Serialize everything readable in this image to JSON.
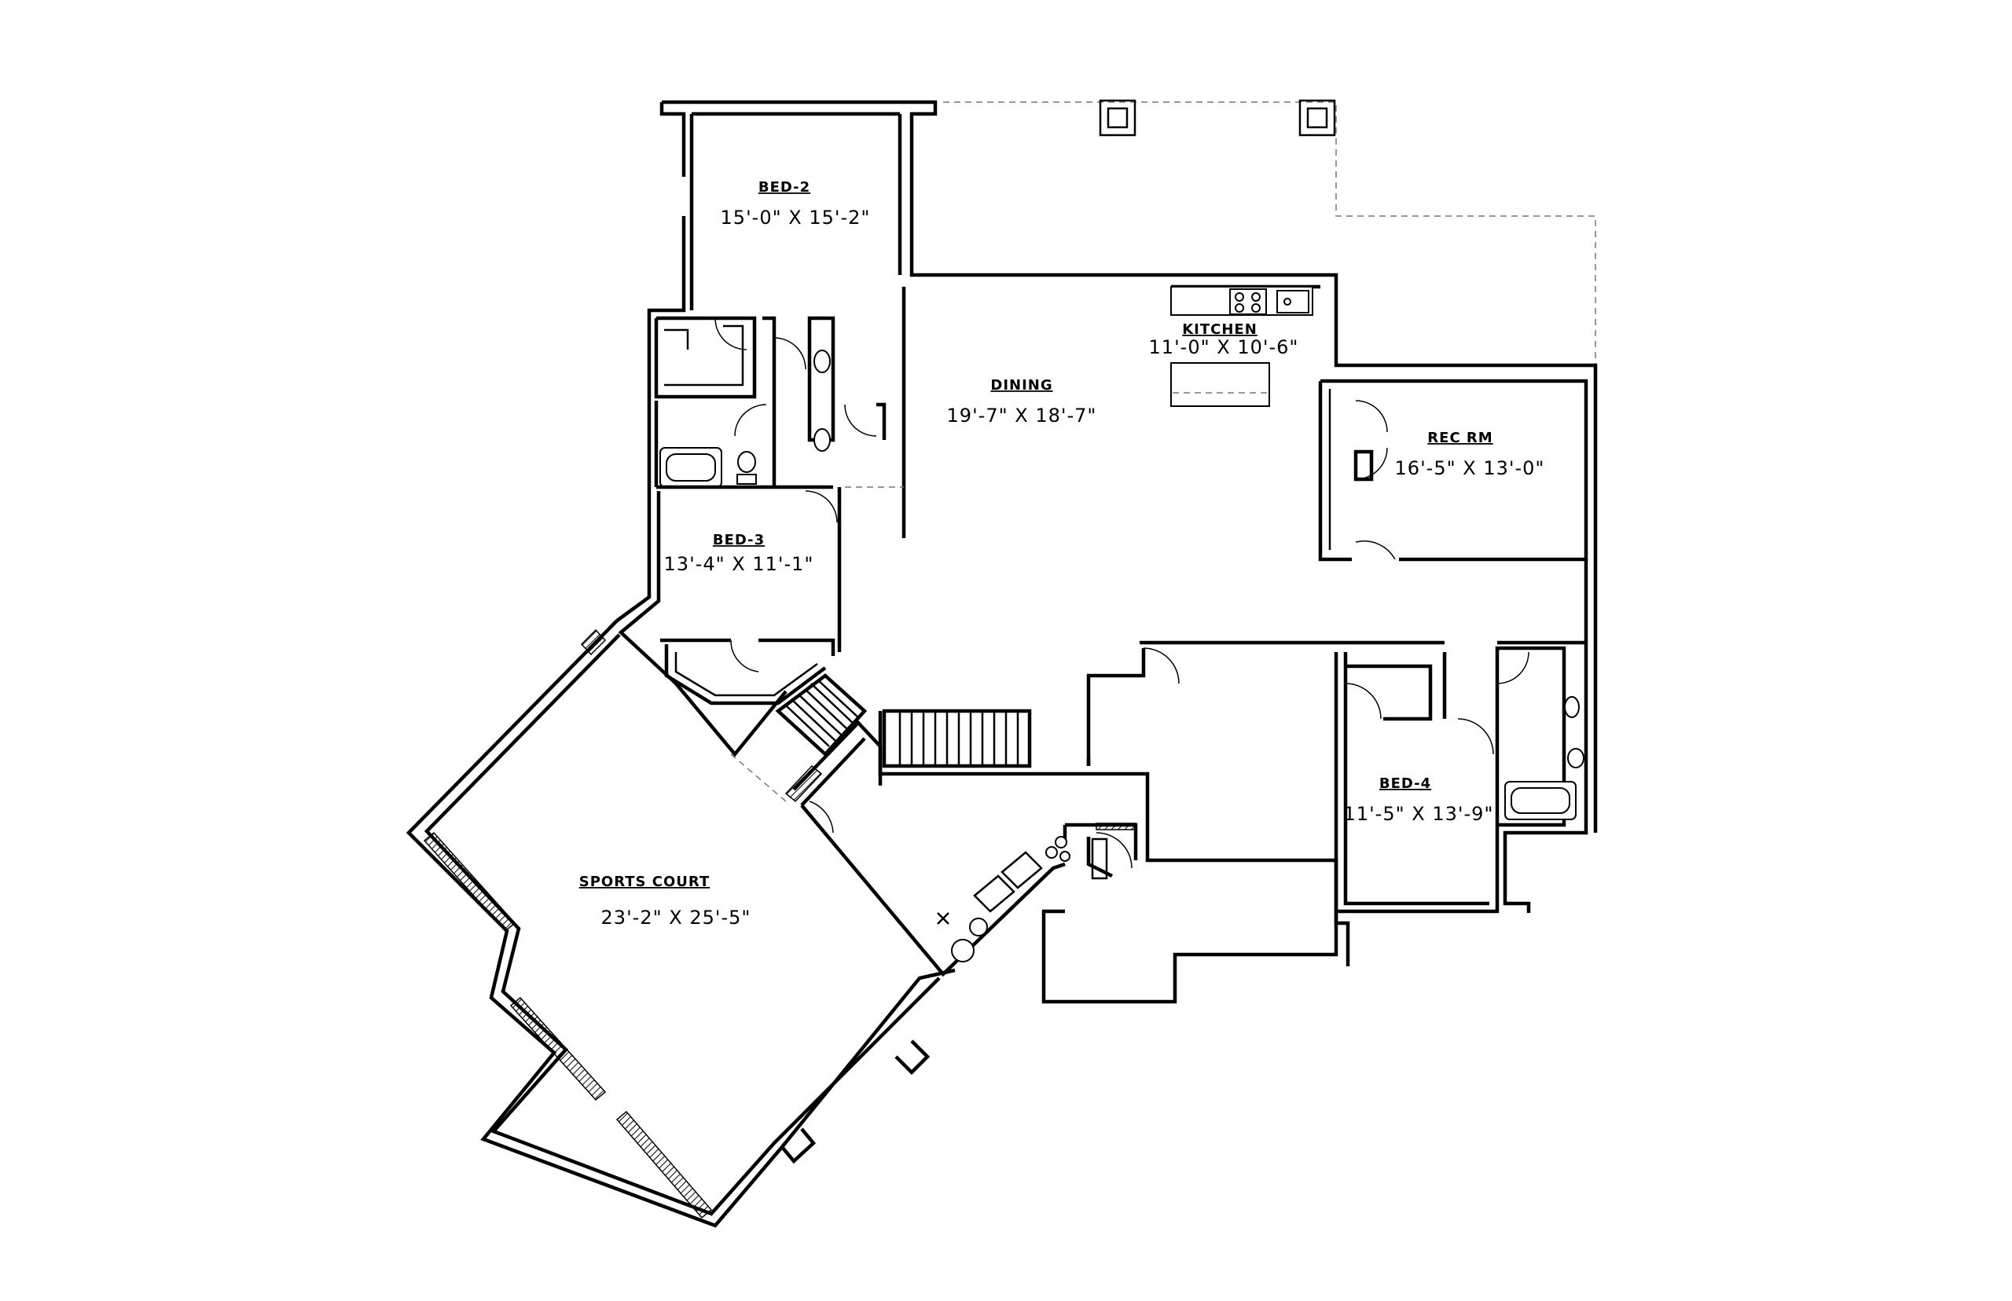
{
  "rooms": {
    "bed2": {
      "name": "BED-2",
      "dim": "15'-0\" X 15'-2\""
    },
    "kitchen": {
      "name": "KITCHEN",
      "dim": "11'-0\" X 10'-6\""
    },
    "dining": {
      "name": "DINING",
      "dim": "19'-7\" X 18'-7\""
    },
    "rec_rm": {
      "name": "REC RM",
      "dim": "16'-5\" X 13'-0\""
    },
    "bed3": {
      "name": "BED-3",
      "dim": "13'-4\" X 11'-1\""
    },
    "bed4": {
      "name": "BED-4",
      "dim": "11'-5\" X 13'-9\""
    },
    "sports_court": {
      "name": "SPORTS COURT",
      "dim": "23'-2\" X 25'-5\""
    }
  }
}
